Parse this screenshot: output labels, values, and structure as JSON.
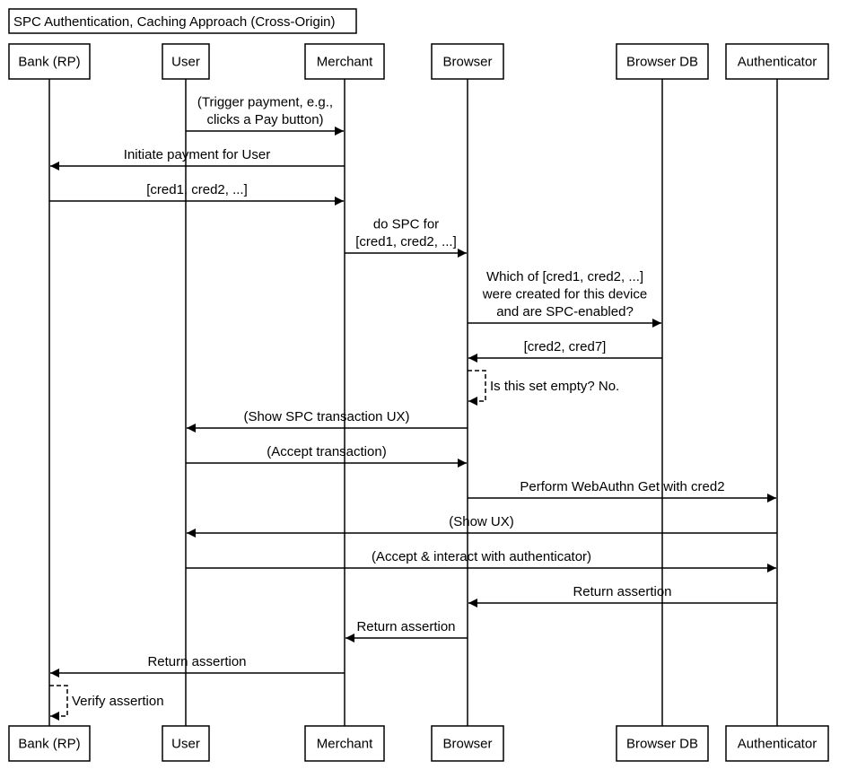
{
  "title": "SPC Authentication, Caching Approach (Cross-Origin)",
  "participants": [
    {
      "id": "bank",
      "label": "Bank (RP)"
    },
    {
      "id": "user",
      "label": "User"
    },
    {
      "id": "merchant",
      "label": "Merchant"
    },
    {
      "id": "browser",
      "label": "Browser"
    },
    {
      "id": "browserdb",
      "label": "Browser DB"
    },
    {
      "id": "authenticator",
      "label": "Authenticator"
    }
  ],
  "messages": [
    {
      "from": "user",
      "to": "merchant",
      "lines": [
        "(Trigger payment, e.g.,",
        "clicks a Pay button)"
      ]
    },
    {
      "from": "merchant",
      "to": "bank",
      "lines": [
        "Initiate payment for User"
      ]
    },
    {
      "from": "bank",
      "to": "merchant",
      "lines": [
        "[cred1, cred2, ...]"
      ]
    },
    {
      "from": "merchant",
      "to": "browser",
      "lines": [
        "do SPC for",
        "[cred1, cred2, ...]"
      ]
    },
    {
      "from": "browser",
      "to": "browserdb",
      "lines": [
        "Which of [cred1, cred2, ...]",
        "were created for this device",
        "and are SPC-enabled?"
      ]
    },
    {
      "from": "browserdb",
      "to": "browser",
      "lines": [
        "[cred2, cred7]"
      ]
    },
    {
      "from": "browser",
      "to": "browser",
      "lines": [
        "Is this set empty? No."
      ]
    },
    {
      "from": "browser",
      "to": "user",
      "lines": [
        "(Show SPC transaction UX)"
      ]
    },
    {
      "from": "user",
      "to": "browser",
      "lines": [
        "(Accept transaction)"
      ]
    },
    {
      "from": "browser",
      "to": "authenticator",
      "lines": [
        "Perform WebAuthn Get with cred2"
      ]
    },
    {
      "from": "authenticator",
      "to": "user",
      "lines": [
        "(Show UX)"
      ]
    },
    {
      "from": "user",
      "to": "authenticator",
      "lines": [
        "(Accept & interact with authenticator)"
      ]
    },
    {
      "from": "authenticator",
      "to": "browser",
      "lines": [
        "Return assertion"
      ]
    },
    {
      "from": "browser",
      "to": "merchant",
      "lines": [
        "Return assertion"
      ]
    },
    {
      "from": "merchant",
      "to": "bank",
      "lines": [
        "Return assertion"
      ]
    },
    {
      "from": "bank",
      "to": "bank",
      "lines": [
        "Verify assertion"
      ]
    }
  ]
}
